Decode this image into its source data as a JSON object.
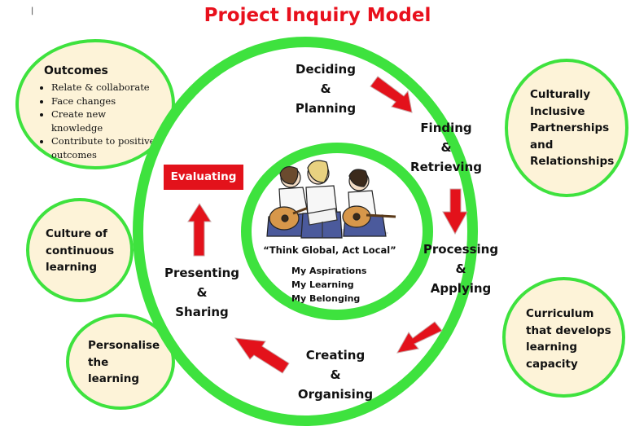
{
  "title": "Project Inquiry Model",
  "corner_mark": "|",
  "left_bubbles": {
    "outcomes": {
      "heading": "Outcomes",
      "items": [
        "Relate & collaborate",
        "Face changes",
        "Create new knowledge",
        "Contribute to positive outcomes"
      ]
    },
    "culture": "Culture of\ncontinuous\nlearning",
    "personalise": "Personalise\nthe\nlearning"
  },
  "right_bubbles": {
    "partnerships": "Culturally\nInclusive\nPartnerships\nand\nRelationships",
    "curriculum": "Curriculum\nthat develops\nlearning\ncapacity"
  },
  "stages": {
    "deciding": "Deciding\n&\nPlanning",
    "finding": "Finding\n&\nRetrieving",
    "processing": "Processing\n&\nApplying",
    "creating": "Creating\n&\nOrganising",
    "presenting": "Presenting\n&\nSharing",
    "evaluating": "Evaluating"
  },
  "center": {
    "motto": "“Think Global, Act Local”",
    "pillars": "My Aspirations\nMy Learning\nMy Belonging"
  },
  "colors": {
    "title": "#e8101c",
    "ring_green": "#3ee23e",
    "bubble_fill": "#fdf3d8",
    "arrow_red": "#e3121b"
  }
}
